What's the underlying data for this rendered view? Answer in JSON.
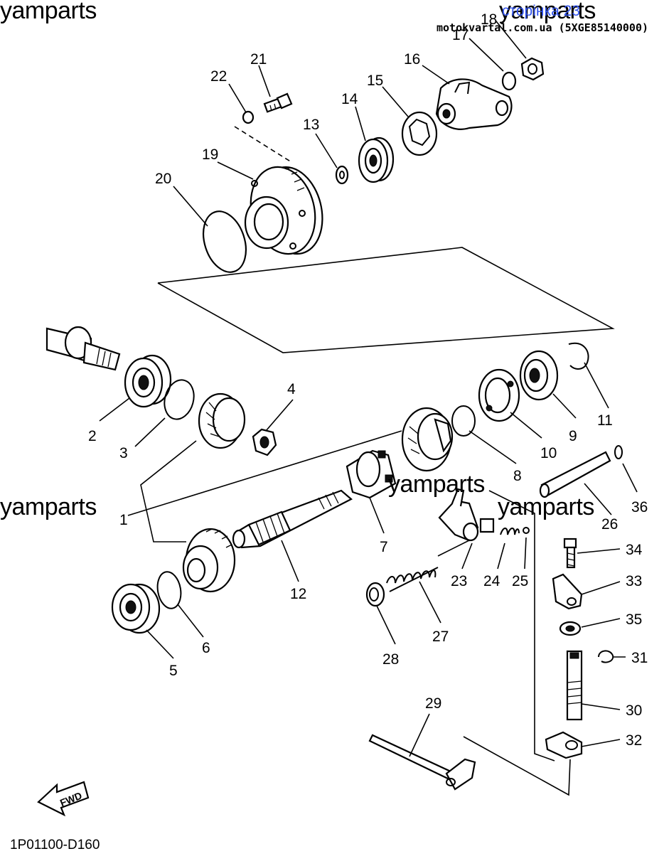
{
  "watermarks": {
    "top_left": "yamparts",
    "top_right": "yamparts",
    "mid_left": "yamparts",
    "mid_center": "yamparts",
    "mid_right": "yamparts"
  },
  "header": {
    "link_text": "сторінка 23",
    "source_text": "motokvartal.com.ua (5XGE85140000)"
  },
  "diagram_code": "1P01100-D160",
  "fwd_label": "FWD",
  "part_labels": {
    "p1": "1",
    "p2": "2",
    "p3": "3",
    "p4": "4",
    "p5": "5",
    "p6": "6",
    "p7": "7",
    "p8": "8",
    "p9": "9",
    "p10": "10",
    "p11": "11",
    "p12": "12",
    "p13": "13",
    "p14": "14",
    "p15": "15",
    "p16": "16",
    "p17": "17",
    "p18": "18",
    "p19": "19",
    "p20": "20",
    "p21": "21",
    "p22": "22",
    "p23": "23",
    "p24": "24",
    "p25": "25",
    "p26": "26",
    "p27": "27",
    "p28": "28",
    "p29": "29",
    "p30": "30",
    "p31": "31",
    "p32": "32",
    "p33": "33",
    "p34": "34",
    "p35": "35",
    "p36": "36"
  }
}
